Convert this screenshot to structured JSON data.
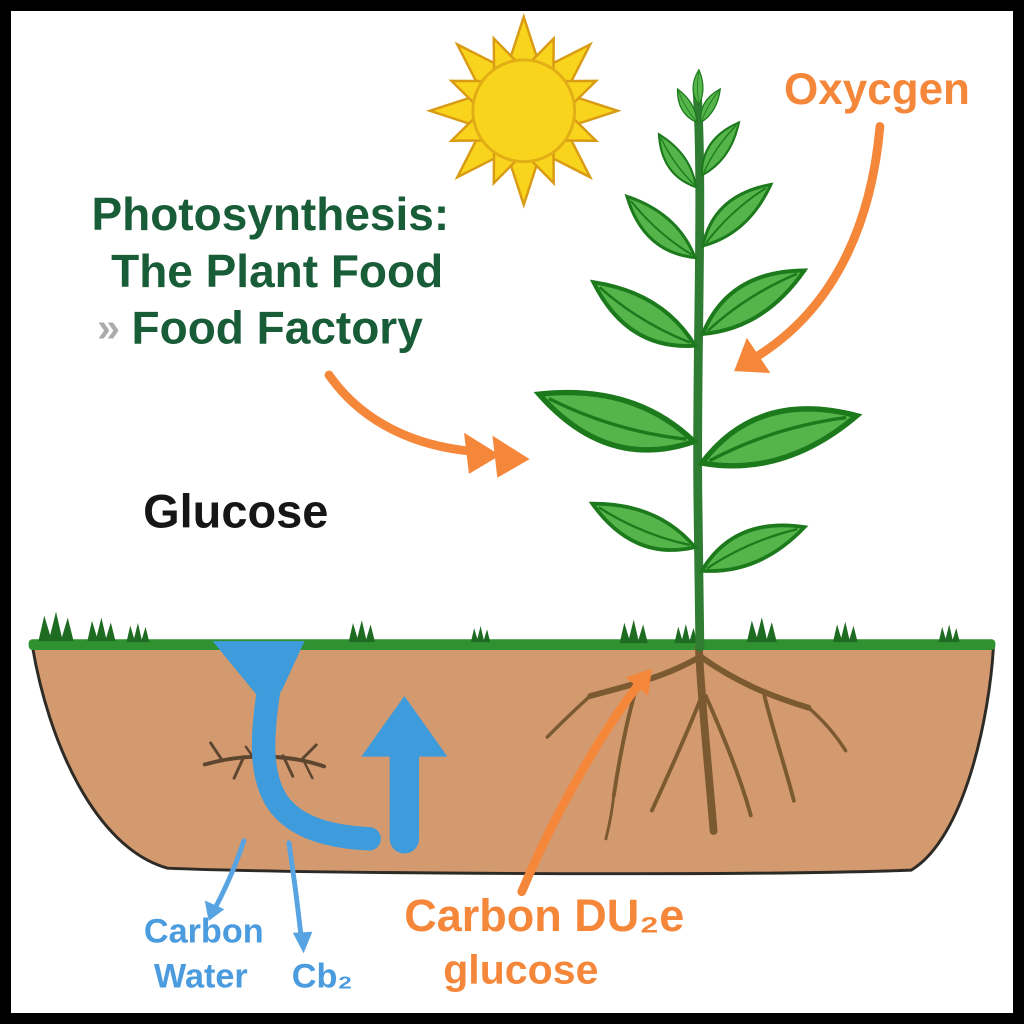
{
  "diagram": {
    "title": {
      "line1": "Photosynthesis:",
      "line2": "The Plant Food",
      "line3": "Food Factory",
      "chevron": "»"
    },
    "labels": {
      "glucose": "Glucose",
      "oxygen": "Oxycgen",
      "carbon": "Carbon",
      "water": "Water",
      "co2": "Cb₂",
      "carbon_dioxide": "Carbon DU₂e",
      "glucose_product": "glucose"
    },
    "colors": {
      "title_green": "#185C38",
      "orange": "#F5873B",
      "blue": "#3E9BDC",
      "label_blue": "#4B9BDF",
      "soil": "#D49A6F",
      "grass": "#2F9130",
      "leaf": "#55B54B",
      "sun_yellow": "#F8D41C",
      "root_brown": "#7C5A31",
      "black": "#161616"
    }
  }
}
